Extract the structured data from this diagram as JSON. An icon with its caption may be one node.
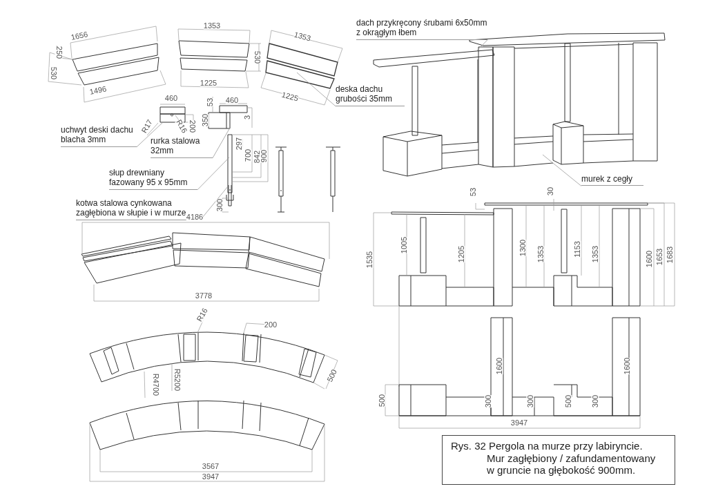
{
  "diagram": {
    "caption": "Rys. 32 Pergola na murze przy labiryncie. Mur zagłębiony / zafundamentowany w gruncie na głębokość 900mm.",
    "nodes": [
      {
        "text": [
          "dach przykręcony śrubami 6x50mm z okrągłym łbem"
        ]
      },
      {
        "text": [
          "deska dachu grubości 35mm"
        ]
      },
      {
        "text": [
          "uchwyt deski dachu blacha 3mm"
        ]
      },
      {
        "text": [
          "rurka stalowa 32mm"
        ]
      },
      {
        "text": [
          "słup drewniany fazowany 95 x 95mm"
        ]
      },
      {
        "text": [
          "kotwa stalowa cynkowana zagłębiona w słupie i w murze"
        ]
      },
      {
        "text": [
          "murek z cegły"
        ]
      },
      {
        "text": [],
        "shape": "box"
      },
      {
        "text": [],
        "shape": "picture"
      },
      {
        "text": [],
        "shape": "picture"
      },
      {
        "text": [],
        "shape": "picture"
      },
      {
        "text": [],
        "shape": "picture"
      },
      {
        "text": [],
        "shape": "picture"
      }
    ],
    "edges": [
      {
        "from": 0,
        "to": 12,
        "arrow": "none"
      },
      {
        "from": 1,
        "to": 7,
        "arrow": "none"
      },
      {
        "from": 2,
        "to": 8,
        "arrow": "none"
      },
      {
        "from": 3,
        "to": 9,
        "arrow": "none"
      },
      {
        "from": 4,
        "to": 10,
        "arrow": "none"
      },
      {
        "from": 5,
        "to": 11,
        "arrow": "none"
      },
      {
        "from": 6,
        "to": 12,
        "arrow": "none"
      }
    ],
    "labels": [
      "1656",
      "250",
      "530",
      "1496",
      "1353",
      "530",
      "1225",
      "1353",
      "1225",
      "460",
      "R17",
      "R16",
      "200",
      "53",
      "460",
      "350",
      "3",
      "297",
      "700",
      "842",
      "900",
      "300",
      "4186",
      "3778",
      "R16",
      "200",
      "R4700",
      "R5200",
      "500",
      "3567",
      "3947",
      "53",
      "30",
      "1535",
      "1005",
      "1205",
      "1300",
      "1353",
      "1153",
      "1353",
      "1600",
      "1653",
      "1683",
      "1600",
      "1600",
      "500",
      "300",
      "300",
      "500",
      "300",
      "3947"
    ]
  }
}
